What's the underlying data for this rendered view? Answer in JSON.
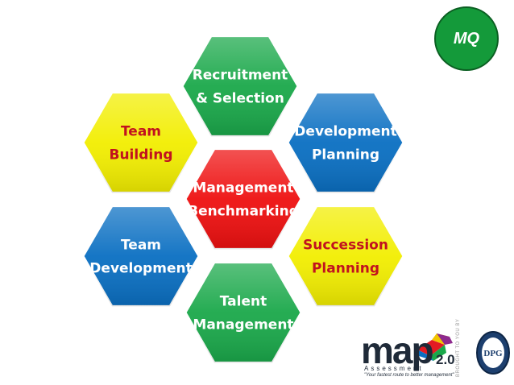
{
  "badge": {
    "text": "MQ"
  },
  "hexagons": [
    {
      "id": "recruitment",
      "lines": [
        "Recruitment",
        "& Selection"
      ],
      "fill": "#1aa84a",
      "text_color": "#ffffff"
    },
    {
      "id": "team-building",
      "lines": [
        "Team",
        "Building"
      ],
      "fill": "#f2ee00",
      "text_color": "#c1121f"
    },
    {
      "id": "development-planning",
      "lines": [
        "Development",
        "Planning"
      ],
      "fill": "#0a6fc2",
      "text_color": "#ffffff"
    },
    {
      "id": "management-benchmarking",
      "lines": [
        "Management",
        "Benchmarking"
      ],
      "fill": "#ee1010",
      "text_color": "#ffffff"
    },
    {
      "id": "team-development",
      "lines": [
        "Team",
        "Development"
      ],
      "fill": "#0a6fc2",
      "text_color": "#ffffff"
    },
    {
      "id": "succession-planning",
      "lines": [
        "Succession",
        "Planning"
      ],
      "fill": "#f2ee00",
      "text_color": "#c1121f"
    },
    {
      "id": "talent-management",
      "lines": [
        "Talent",
        "Management"
      ],
      "fill": "#1aa84a",
      "text_color": "#ffffff"
    }
  ],
  "logo": {
    "word": "map",
    "version": "2.0",
    "subtitle": "Assessment",
    "tagline": "\"Your fastest route to better management\"",
    "brought_by": "BROUGHT TO YOU BY",
    "seal_text": "DPG"
  }
}
